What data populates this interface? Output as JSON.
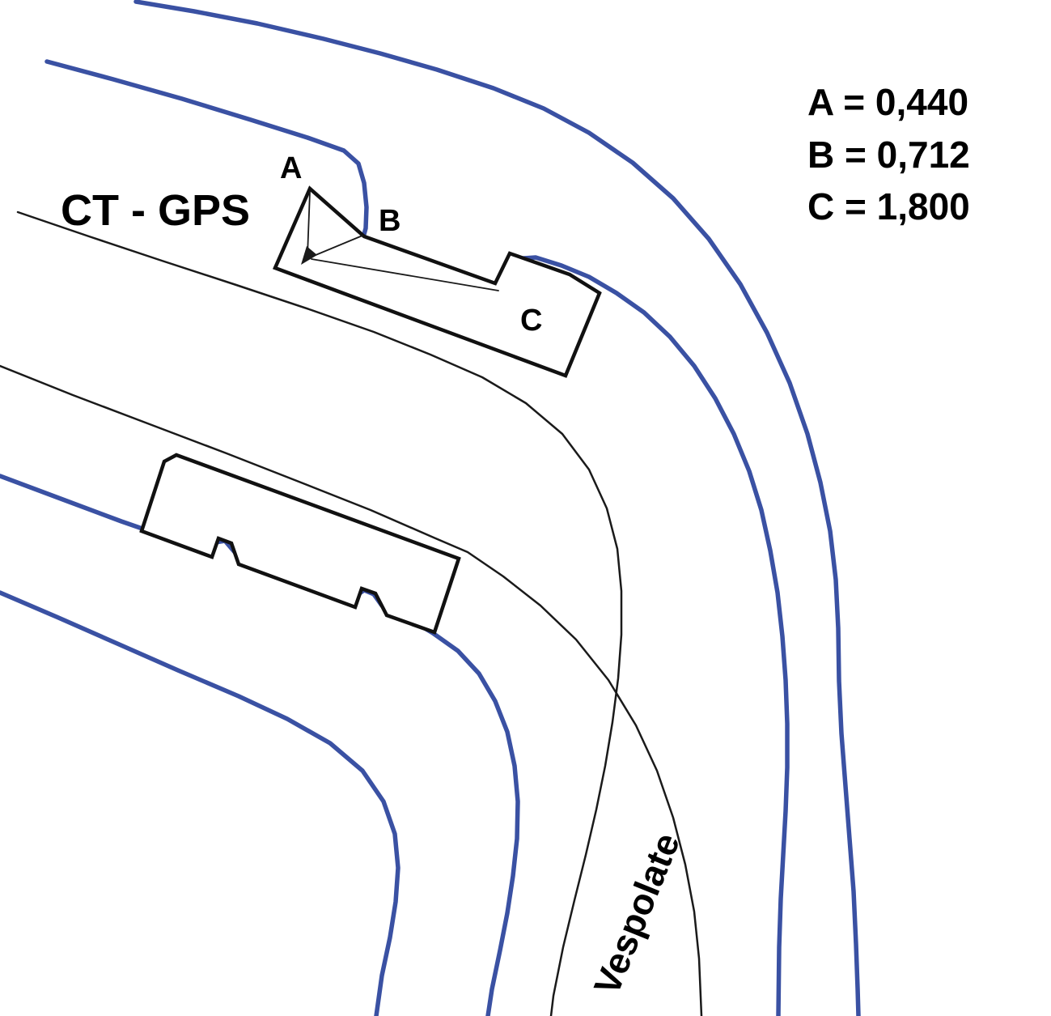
{
  "figure": {
    "background": "#ffffff",
    "colors": {
      "road_blue": "#3a51a3",
      "line_black": "#1a1a1a",
      "building_stroke": "#111111",
      "text": "#1a1a1a"
    }
  },
  "labels": {
    "station": "CT - GPS",
    "point_a": "A",
    "point_b": "B",
    "point_c": "C",
    "place": "Vespolate"
  },
  "legend": {
    "items": [
      {
        "label": "A = 0,440"
      },
      {
        "label": "B = 0,712"
      },
      {
        "label": "C = 1,800"
      }
    ]
  }
}
